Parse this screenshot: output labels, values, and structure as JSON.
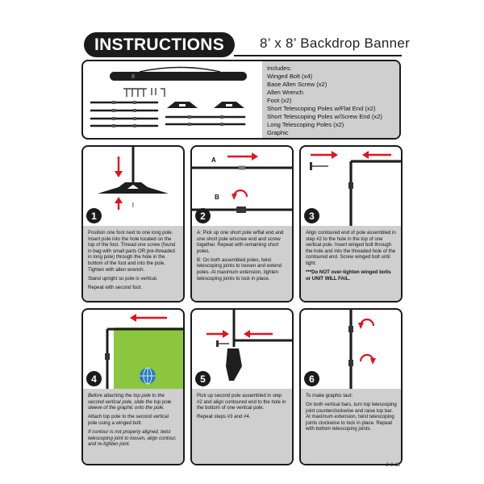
{
  "header": {
    "badge": "INSTRUCTIONS",
    "title": "8’ x 8’ Backdrop Banner"
  },
  "includes": [
    "Includes:",
    "Winged Bolt (x4)",
    "Base Allen Screw (x2)",
    "Allen Wrench",
    "Foot (x2)",
    "Short Telescoping Poles w/Flat End (x2)",
    "Short Telescoping Poles w/Screw End (x2)",
    "Long Telescoping Poles (x2)",
    "Graphic"
  ],
  "steps": [
    {
      "number": "1",
      "paragraphs": [
        "Position one foot next to one long pole. Insert pole into the hole located on the top of the foot. Thread one screw (found in bag with small parts OR pre-threaded in long pole) through the hole in the bottom of the foot and into the pole. Tighten with allen wrench.",
        "Stand upright so pole is vertical.",
        "Repeat with second foot."
      ],
      "art_label": "l"
    },
    {
      "number": "2",
      "paragraphs": [
        "A: Pick up one short pole w/flat end and one short pole w/screw end and screw together. Repeat with remaining short poles.",
        "B: On both assembled poles, twist telescoping joints to loosen and extend poles. At maximum extension, tighten telescoping joints to lock in place."
      ],
      "label_a": "A",
      "label_b": "B"
    },
    {
      "number": "3",
      "paragraphs": [
        "Align contoured end of pole assembled in step #2 to the hole in the top of one vertical pole. Insert winged bolt through the hole and into the threaded hole of the contoured end. Screw winged bolt until tight.",
        "***Do NOT over-tighten winged bolts or UNIT WILL FAIL."
      ]
    },
    {
      "number": "4",
      "paragraphs": [
        "Before attaching the top pole to the second vertical pole, slide the top pole sleeve of the graphic onto the pole.",
        "Attach top pole to the second vertical pole using a winged bolt.",
        "If contour is not properly aligned, twist telescoping joint to loosen, align contour, and re-tighten joint."
      ]
    },
    {
      "number": "5",
      "paragraphs": [
        "Pick up second pole assembled in step #2 and align contoured end to the hole in the bottom of one vertical pole.",
        "Repeat steps #3 and #4."
      ]
    },
    {
      "number": "6",
      "paragraphs": [
        "To make graphic taut:",
        "On both vertical bars, turn top telescoping joint counterclockwise and raise top bar. At maximum extension, twist telescoping joints clockwise to lock in place. Repeat with bottom telescoping joints."
      ]
    }
  ],
  "footer": {
    "date": "2-8-23"
  },
  "colors": {
    "dark": "#1b1b1b",
    "panel_gray": "#cfcfcf",
    "arrow_red": "#e0141e",
    "graphic_green": "#8cc63e",
    "globe_blue": "#2a7bbf"
  }
}
